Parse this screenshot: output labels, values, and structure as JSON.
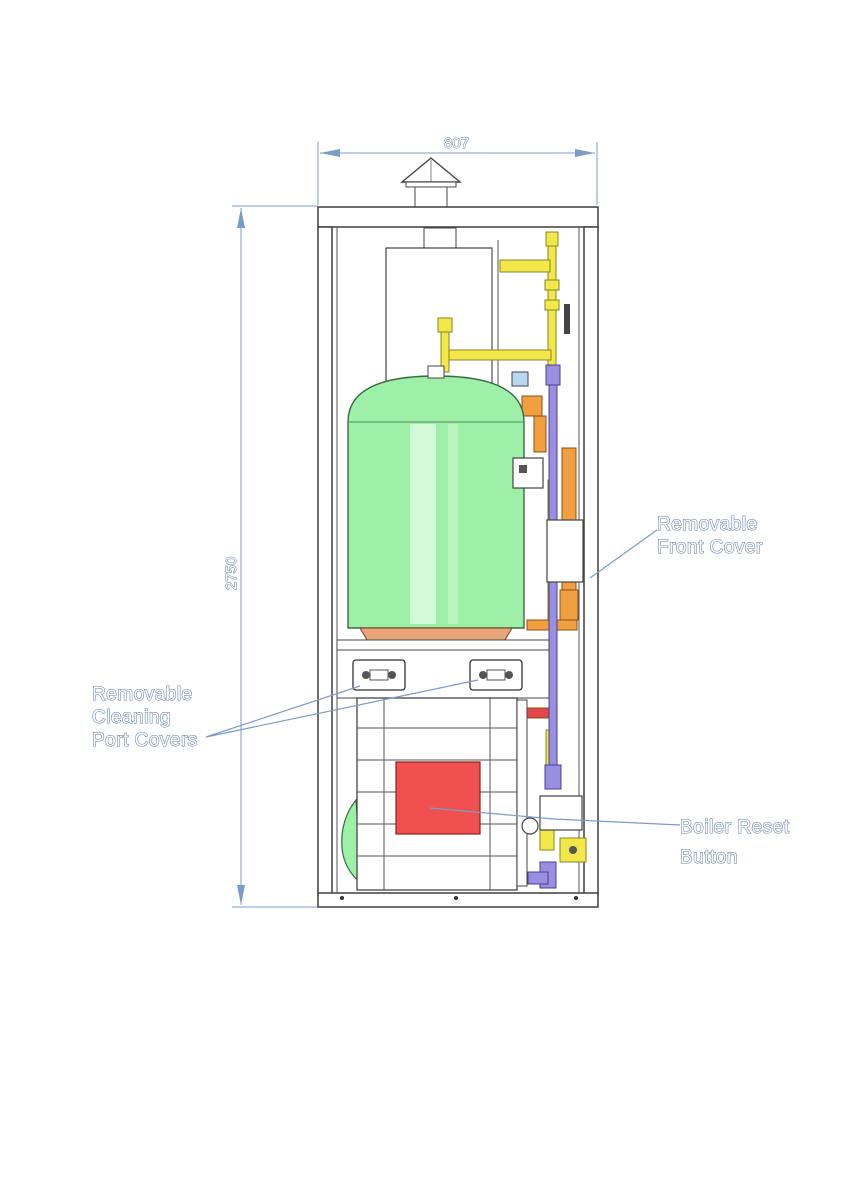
{
  "dimensions": {
    "width": "807",
    "height": "2750"
  },
  "callouts": {
    "front_cover": [
      "Removable",
      "Front Cover"
    ],
    "cleaning_ports": [
      "Removable",
      "Cleaning",
      "Port Covers"
    ],
    "reset_button": [
      "Boiler Reset",
      "Button"
    ]
  },
  "colors": {
    "tank": "#9ef0a8",
    "tank_base": "#e8a57a",
    "pipe_yellow": "#f2e84a",
    "pipe_orange": "#f0a040",
    "pipe_purple": "#9a8ee0",
    "reset_button": "#f05050",
    "callout_line": "#7a9cc6"
  },
  "icons": {
    "flue_cap": "flue-cap-icon",
    "reset_button": "reset-button-icon"
  }
}
